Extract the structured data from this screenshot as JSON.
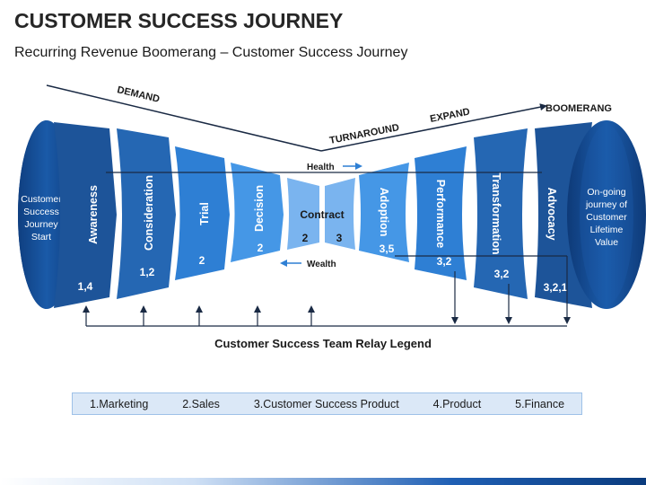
{
  "title": "CUSTOMER SUCCESS JOURNEY",
  "subtitle": "Recurring Revenue Boomerang – Customer Success Journey",
  "labels": {
    "demand": "DEMAND",
    "turnaround": "TURNAROUND",
    "expand": "EXPAND",
    "boomerang": "BOOMERANG",
    "health": "Health",
    "wealth": "Wealth"
  },
  "left_cylinder": {
    "lines": [
      "Customer",
      "Success",
      "Journey",
      "Start"
    ]
  },
  "right_cylinder": {
    "lines": [
      "On-going",
      "journey of",
      "Customer",
      "Lifetime",
      "Value"
    ]
  },
  "stages": [
    {
      "name": "Awareness",
      "num": "1,4",
      "color": "#1d5499"
    },
    {
      "name": "Consideration",
      "num": "1,2",
      "color": "#2567b3"
    },
    {
      "name": "Trial",
      "num": "2",
      "color": "#2e7fd4"
    },
    {
      "name": "Decision",
      "num": "2",
      "color": "#4597e6"
    },
    {
      "name": "Adoption",
      "num": "3,5",
      "color": "#4597e6"
    },
    {
      "name": "Performance",
      "num": "3,2",
      "color": "#2e7fd4"
    },
    {
      "name": "Transformation",
      "num": "3,2",
      "color": "#2567b3"
    },
    {
      "name": "Advocacy",
      "num": "3,2,1",
      "color": "#1d5499"
    }
  ],
  "contract": {
    "label": "Contract",
    "left_num": "2",
    "right_num": "3"
  },
  "relay_legend_title": "Customer Success Team Relay Legend",
  "legend_items": [
    "1.Marketing",
    "2.Sales",
    "3.Customer Success Product",
    "4.Product",
    "5.Finance"
  ]
}
